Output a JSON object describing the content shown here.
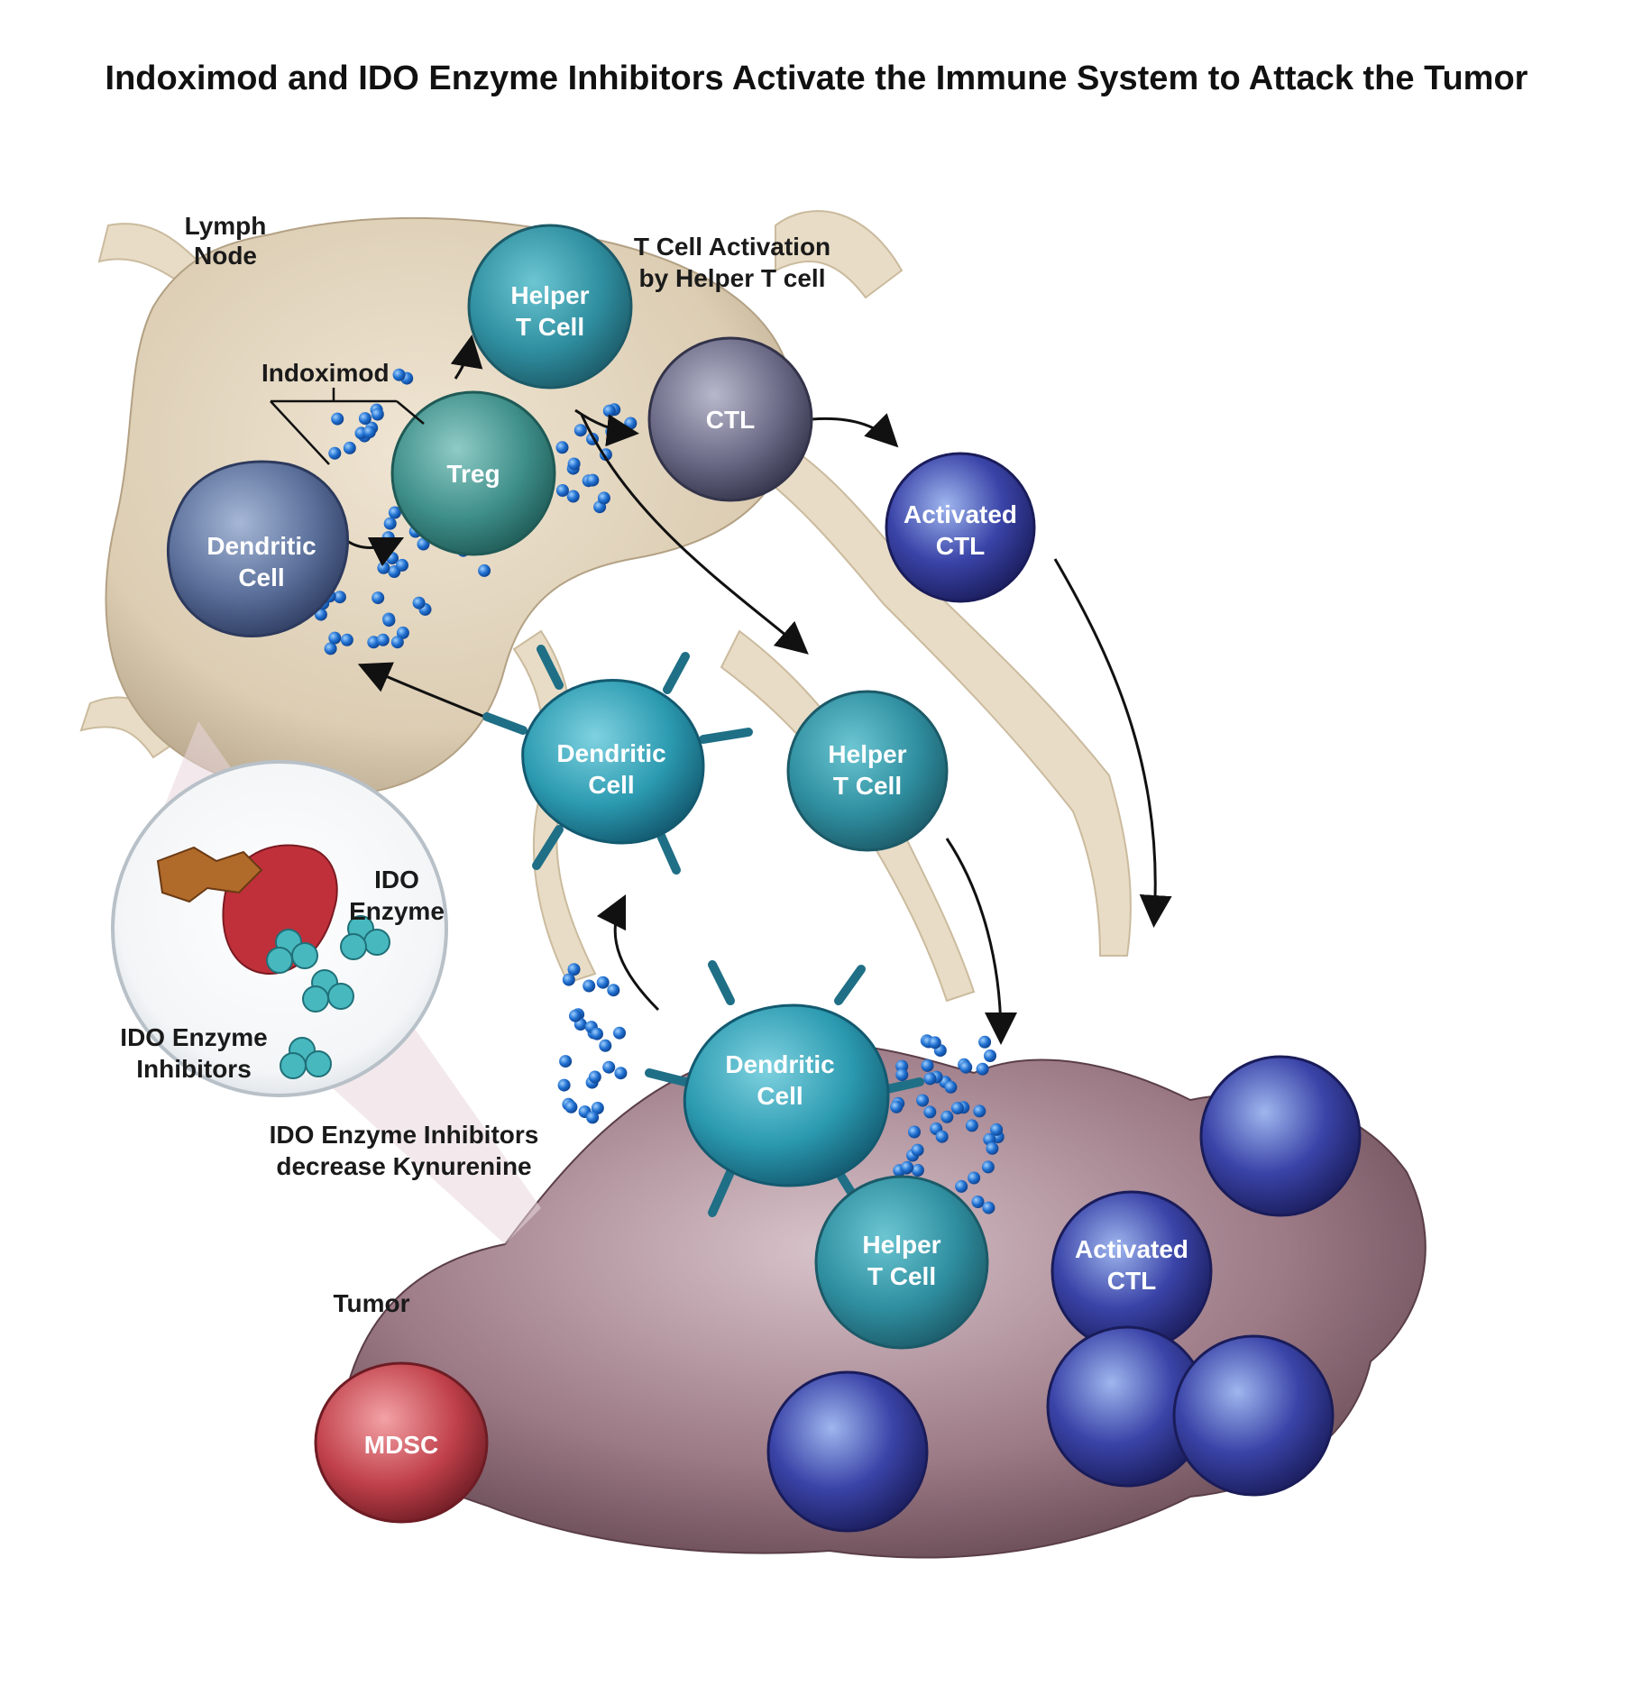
{
  "title": "Indoximod and IDO Enzyme Inhibitors Activate the Immune System to Attack the Tumor",
  "labels": {
    "lymph_node": [
      "Lymph",
      "Node"
    ],
    "t_cell_activation": [
      "T Cell Activation",
      "by Helper T cell"
    ],
    "indoximod": "Indoximod",
    "ido_enzyme": [
      "IDO",
      "Enzyme"
    ],
    "ido_inhibitors": [
      "IDO Enzyme",
      "Inhibitors"
    ],
    "ido_decrease": [
      "IDO Enzyme Inhibitors",
      "decrease Kynurenine"
    ],
    "tumor": "Tumor"
  },
  "cells": {
    "helper_top": [
      "Helper",
      "T Cell"
    ],
    "ctl_top": "CTL",
    "treg": "Treg",
    "dendritic_lymph": [
      "Dendritic",
      "Cell"
    ],
    "activated_ctl_top": [
      "Activated",
      "CTL"
    ],
    "dendritic_mid": [
      "Dendritic",
      "Cell"
    ],
    "helper_mid": [
      "Helper",
      "T Cell"
    ],
    "dendritic_tumor": [
      "Dendritic",
      "Cell"
    ],
    "helper_tumor": [
      "Helper",
      "T Cell"
    ],
    "activated_ctl_tumor": [
      "Activated",
      "CTL"
    ],
    "mdsc": "MDSC"
  },
  "colors": {
    "helper": "#2f8fa0",
    "ctl": "#6a6a86",
    "treg": "#3f8f8a",
    "dendritic": "#5a6f9a",
    "activated_ctl": "#3a44a8",
    "mdsc": "#c0404a",
    "tumor": "#9c7a86",
    "lymph_node": "#e2d5bf",
    "indoximod_dot": "#1f6fd0",
    "ido_enzyme": "#c0303a",
    "ido_inhibitor": "#48b8bf"
  }
}
